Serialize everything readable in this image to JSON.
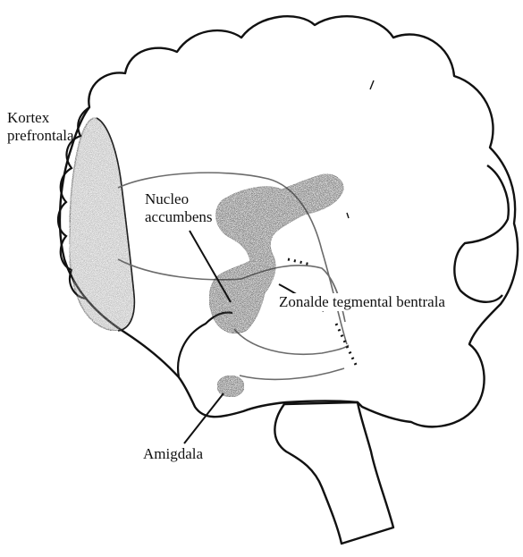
{
  "labels": {
    "prefrontal_cortex": [
      "Kortex",
      "prefrontala"
    ],
    "nucleus_accumbens": [
      "Nucleo",
      "accumbens"
    ],
    "vta": "Zonalde tegmental bentrala",
    "amygdala": "Amigdala"
  },
  "colors": {
    "outline": "#111111",
    "pathway": "#6b6b6b",
    "cortex_fill": "#a8a8a8",
    "accumbens_fill": "#3a3a3a",
    "background": "#ffffff"
  }
}
